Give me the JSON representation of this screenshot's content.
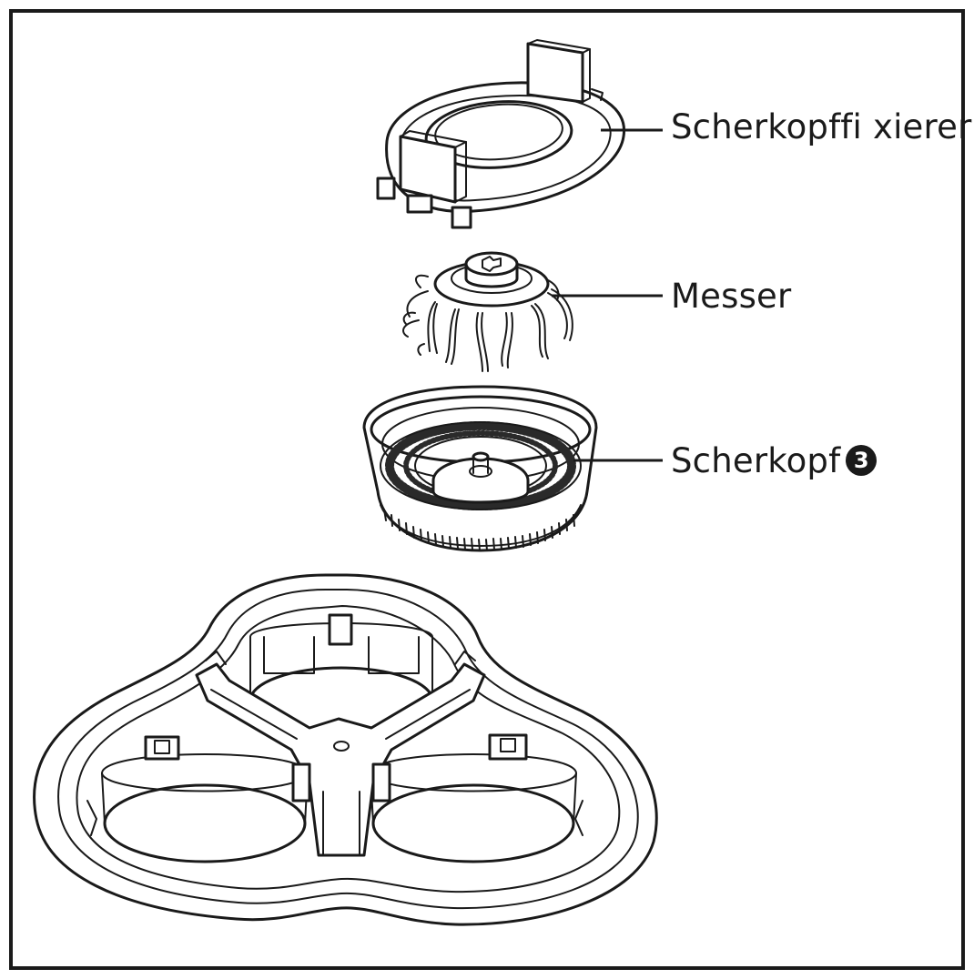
{
  "labels": {
    "fixer": "Scherkopffi xierer",
    "messer": "Messer",
    "head": "Scherkopf",
    "head_badge": "3"
  },
  "colors": {
    "line": "#1a1a1a",
    "background": "#ffffff"
  }
}
